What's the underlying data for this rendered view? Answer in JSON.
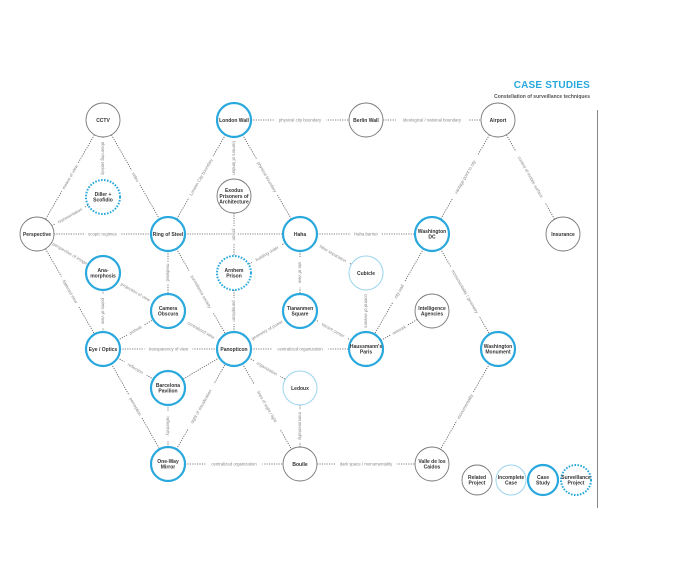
{
  "header": {
    "title": "CASE STUDIES",
    "subtitle": "Constellation of surveillance techniques"
  },
  "colors": {
    "blue": "#29a8dd",
    "light_blue": "#9bd3ee",
    "gray": "#777777",
    "edge": "#555555",
    "label": "#888888"
  },
  "nodes": [
    {
      "id": "cctv",
      "label": [
        "CCTV"
      ],
      "kind": "related"
    },
    {
      "id": "london",
      "label": [
        "London Wall"
      ],
      "kind": "case"
    },
    {
      "id": "berlin",
      "label": [
        "Berlin Wall"
      ],
      "kind": "related"
    },
    {
      "id": "airport",
      "label": [
        "Airport"
      ],
      "kind": "related"
    },
    {
      "id": "diller",
      "label": [
        "Diller +",
        "Scofidio"
      ],
      "kind": "project"
    },
    {
      "id": "exodus",
      "label": [
        "Exodus",
        "Prisoners of",
        "Architecture"
      ],
      "kind": "related"
    },
    {
      "id": "perspective",
      "label": [
        "Perspective"
      ],
      "kind": "related"
    },
    {
      "id": "ring",
      "label": [
        "Ring of Steel"
      ],
      "kind": "case"
    },
    {
      "id": "haha",
      "label": [
        "Haha"
      ],
      "kind": "case"
    },
    {
      "id": "washdc",
      "label": [
        "Washington",
        "DC"
      ],
      "kind": "case"
    },
    {
      "id": "insurance",
      "label": [
        "Insurance"
      ],
      "kind": "related"
    },
    {
      "id": "anamorph",
      "label": [
        "Ana-",
        "morphosis"
      ],
      "kind": "case"
    },
    {
      "id": "arnhem",
      "label": [
        "Arnhem",
        "Prison"
      ],
      "kind": "project"
    },
    {
      "id": "cubicle",
      "label": [
        "Cubicle"
      ],
      "kind": "incomplete"
    },
    {
      "id": "camera",
      "label": [
        "Camera",
        "Obscura"
      ],
      "kind": "case"
    },
    {
      "id": "tiananmen",
      "label": [
        "Tiananmen",
        "Square"
      ],
      "kind": "case"
    },
    {
      "id": "intel",
      "label": [
        "Intelligence",
        "Agencies"
      ],
      "kind": "related"
    },
    {
      "id": "eye",
      "label": [
        "Eye / Optics"
      ],
      "kind": "case"
    },
    {
      "id": "panopticon",
      "label": [
        "Panopticon"
      ],
      "kind": "case"
    },
    {
      "id": "haussmann",
      "label": [
        "Haussmann's",
        "Paris"
      ],
      "kind": "case"
    },
    {
      "id": "washmon",
      "label": [
        "Washington",
        "Monument"
      ],
      "kind": "case"
    },
    {
      "id": "barcelona",
      "label": [
        "Barcelona",
        "Pavilion"
      ],
      "kind": "case"
    },
    {
      "id": "ledoux",
      "label": [
        "Ledoux"
      ],
      "kind": "incomplete"
    },
    {
      "id": "oneway",
      "label": [
        "One-Way",
        "Mirror"
      ],
      "kind": "case"
    },
    {
      "id": "boulle",
      "label": [
        "Boulle"
      ],
      "kind": "related"
    },
    {
      "id": "valle",
      "label": [
        "Valle de los",
        "Caidos"
      ],
      "kind": "related"
    }
  ],
  "edges": [
    {
      "a": "london",
      "b": "berlin",
      "label": "physical city boundary"
    },
    {
      "a": "berlin",
      "b": "airport",
      "label": "ideological / national boundary"
    },
    {
      "a": "perspective",
      "b": "ring",
      "label": "scopic regimes"
    },
    {
      "a": "haha",
      "b": "washdc",
      "label": "Haha barrier"
    },
    {
      "a": "eye",
      "b": "panopticon",
      "label": "transparency of view"
    },
    {
      "a": "panopticon",
      "b": "haussmann",
      "label": "centralized organization"
    },
    {
      "a": "oneway",
      "b": "boulle",
      "label": "centralized organization"
    },
    {
      "a": "boulle",
      "b": "valle",
      "label": "dark space / monumentality"
    },
    {
      "a": "cctv",
      "b": "perspective",
      "label": "means of view"
    },
    {
      "a": "cctv",
      "b": "diller",
      "label": "observing society"
    },
    {
      "a": "diller",
      "b": "perspective",
      "label": "representation"
    },
    {
      "a": "cctv",
      "b": "ring",
      "label": "video"
    },
    {
      "a": "london",
      "b": "ring",
      "label": "London City boundary"
    },
    {
      "a": "london",
      "b": "exodus",
      "label": "barriers of london"
    },
    {
      "a": "london",
      "b": "haha",
      "label": "physical boundary"
    },
    {
      "a": "exodus",
      "b": "arnhem",
      "label": "prison"
    },
    {
      "a": "airport",
      "b": "washdc",
      "label": "vantage point to city"
    },
    {
      "a": "airport",
      "b": "insurance",
      "label": "control of mobile surface"
    },
    {
      "a": "perspective",
      "b": "anamorph",
      "label": "perspective of image"
    },
    {
      "a": "perspective",
      "b": "eye",
      "label": "flattened view"
    },
    {
      "a": "ring",
      "b": "camera",
      "label": "mediated"
    },
    {
      "a": "ring",
      "b": "panopticon",
      "label": "surveillance society"
    },
    {
      "a": "haha",
      "b": "arnhem",
      "label": "building order"
    },
    {
      "a": "haha",
      "b": "cubicle",
      "label": "false separation"
    },
    {
      "a": "haha",
      "b": "tiananmen",
      "label": "site of view"
    },
    {
      "a": "anamorph",
      "b": "camera",
      "label": "projection of view"
    },
    {
      "a": "anamorph",
      "b": "eye",
      "label": "points of view"
    },
    {
      "a": "eye",
      "b": "camera",
      "label": "pinhole"
    },
    {
      "a": "camera",
      "b": "panopticon",
      "label": "centralized view"
    },
    {
      "a": "arnhem",
      "b": "panopticon",
      "label": "panopticon"
    },
    {
      "a": "tiananmen",
      "b": "panopticon",
      "label": "geometry of power"
    },
    {
      "a": "cubicle",
      "b": "haussmann",
      "label": "control of viewers"
    },
    {
      "a": "tiananmen",
      "b": "haussmann",
      "label": "vacant center"
    },
    {
      "a": "washdc",
      "b": "haussmann",
      "label": "city wall"
    },
    {
      "a": "intel",
      "b": "haussmann",
      "label": "network"
    },
    {
      "a": "washdc",
      "b": "washmon",
      "label": "monumentality / geometry"
    },
    {
      "a": "washmon",
      "b": "valle",
      "label": "monumentality"
    },
    {
      "a": "eye",
      "b": "barcelona",
      "label": "reflection"
    },
    {
      "a": "eye",
      "b": "oneway",
      "label": "perception"
    },
    {
      "a": "barcelona",
      "b": "oneway",
      "label": "reflectivity"
    },
    {
      "a": "oneway",
      "b": "panopticon",
      "label": "sight of visualization"
    },
    {
      "a": "panopticon",
      "b": "ledoux",
      "label": "organization"
    },
    {
      "a": "panopticon",
      "b": "boulle",
      "label": "lines of sight / light"
    },
    {
      "a": "panopticon",
      "b": "barcelona",
      "label": ""
    },
    {
      "a": "ledoux",
      "b": "boulle",
      "label": "monumentality"
    },
    {
      "a": "ring",
      "b": "haha",
      "label": ""
    }
  ],
  "legend": [
    {
      "label": [
        "Related",
        "Project"
      ],
      "kind": "related"
    },
    {
      "label": [
        "Incomplete",
        "Case"
      ],
      "kind": "incomplete"
    },
    {
      "label": [
        "Case",
        "Study"
      ],
      "kind": "case"
    },
    {
      "label": [
        "Surveillance",
        "Project"
      ],
      "kind": "project"
    }
  ]
}
